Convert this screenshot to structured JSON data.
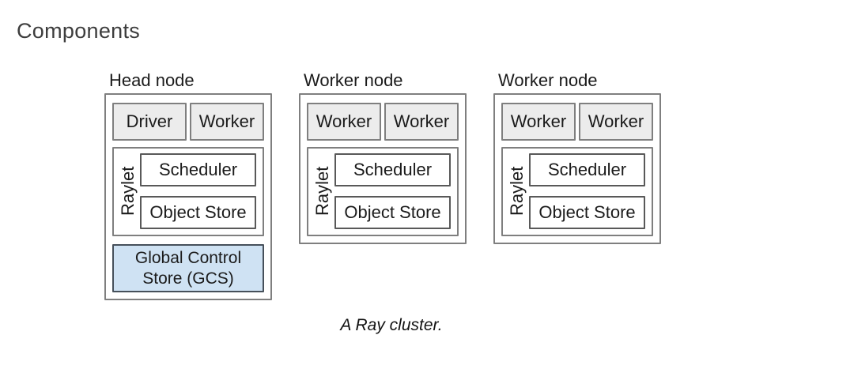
{
  "title": "Components",
  "caption": "A Ray cluster.",
  "colors": {
    "process_fill": "#ececec",
    "gcs_fill": "#cfe2f3",
    "box_border": "#7f7f7f",
    "inner_border": "#595959",
    "gcs_border": "#46505a",
    "title_color": "#3d3d3d",
    "text_color": "#1b1b1b"
  },
  "nodes": [
    {
      "label": "Head node",
      "processes": [
        "Driver",
        "Worker"
      ],
      "raylet": {
        "label": "Raylet",
        "children": [
          "Scheduler",
          "Object Store"
        ]
      },
      "gcs": "Global Control Store (GCS)"
    },
    {
      "label": "Worker node",
      "processes": [
        "Worker",
        "Worker"
      ],
      "raylet": {
        "label": "Raylet",
        "children": [
          "Scheduler",
          "Object Store"
        ]
      }
    },
    {
      "label": "Worker node",
      "processes": [
        "Worker",
        "Worker"
      ],
      "raylet": {
        "label": "Raylet",
        "children": [
          "Scheduler",
          "Object Store"
        ]
      }
    }
  ]
}
